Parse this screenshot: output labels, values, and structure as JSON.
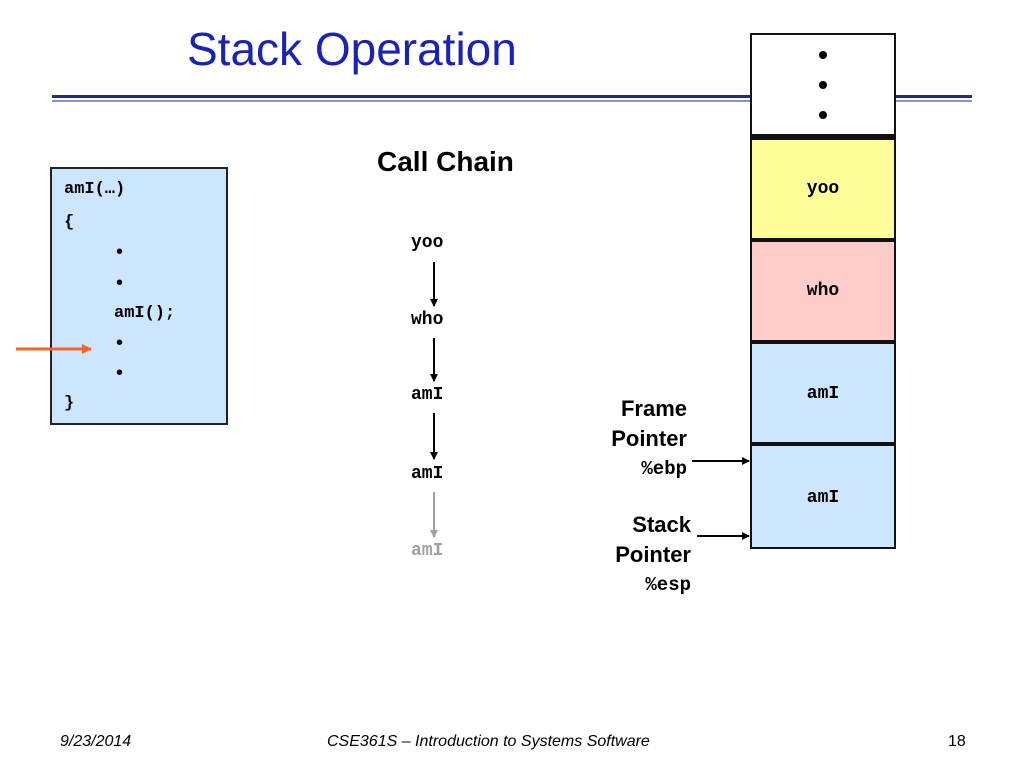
{
  "title": "Stack Operation",
  "code": {
    "signature": "amI(…)",
    "open_brace": "{",
    "recursive_call": "amI();",
    "close_brace": "}",
    "bullet": "•"
  },
  "call_chain": {
    "title": "Call Chain",
    "items": [
      "yoo",
      "who",
      "amI",
      "amI",
      "amI"
    ]
  },
  "stack": {
    "frames": [
      "yoo",
      "who",
      "amI",
      "amI"
    ],
    "colors": [
      "#ffff99",
      "#ffcccc",
      "#cce6ff",
      "#cce6ff"
    ]
  },
  "pointers": {
    "frame": {
      "line1": "Frame",
      "line2": "Pointer",
      "register": "%ebp"
    },
    "stack": {
      "line1": "Stack",
      "line2": "Pointer",
      "register": "%esp"
    }
  },
  "footer": {
    "date": "9/23/2014",
    "course": "CSE361S – Introduction to Systems Software",
    "page": "18"
  },
  "colors": {
    "title": "#1a22b8",
    "arrow": "#f26522",
    "faded": "#a0a0a0"
  }
}
